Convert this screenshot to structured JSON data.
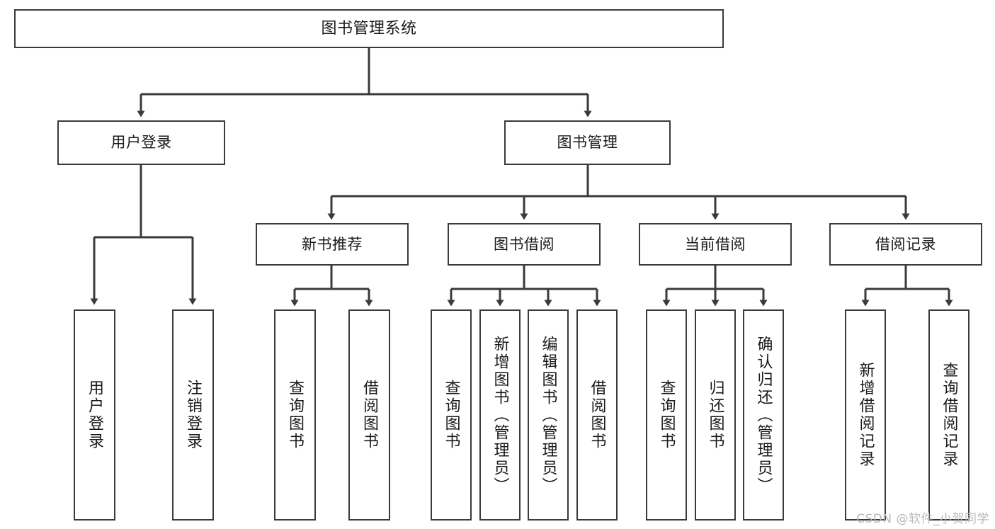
{
  "diagram": {
    "title": "图书管理系统",
    "type": "tree",
    "stroke_color": "#3a3a3a",
    "text_color": "#1a1a1a",
    "background_color": "#ffffff",
    "watermark": "CSDN @软件_小贺同学",
    "watermark_color": "#b9b9b9"
  },
  "nodes": {
    "root": {
      "label": "图书管理系统"
    },
    "level2": [
      {
        "id": "user-login",
        "label": "用户登录"
      },
      {
        "id": "book-manage",
        "label": "图书管理"
      }
    ],
    "level3": [
      {
        "id": "new-book-recommend",
        "label": "新书推荐"
      },
      {
        "id": "book-borrow",
        "label": "图书借阅"
      },
      {
        "id": "current-borrow",
        "label": "当前借阅"
      },
      {
        "id": "borrow-record",
        "label": "借阅记录"
      }
    ],
    "leaves": {
      "user-login": [
        {
          "id": "leaf-user-login",
          "label": "用户登录"
        },
        {
          "id": "leaf-logout",
          "label": "注销登录"
        }
      ],
      "new-book-recommend": [
        {
          "id": "leaf-query-book-1",
          "label": "查询图书"
        },
        {
          "id": "leaf-borrow-book-1",
          "label": "借阅图书"
        }
      ],
      "book-borrow": [
        {
          "id": "leaf-query-book-2",
          "label": "查询图书"
        },
        {
          "id": "leaf-add-book",
          "label": "新增图书（管理员）"
        },
        {
          "id": "leaf-edit-book",
          "label": "编辑图书（管理员）"
        },
        {
          "id": "leaf-borrow-book-2",
          "label": "借阅图书"
        }
      ],
      "current-borrow": [
        {
          "id": "leaf-query-book-3",
          "label": "查询图书"
        },
        {
          "id": "leaf-return-book",
          "label": "归还图书"
        },
        {
          "id": "leaf-confirm-return",
          "label": "确认归还（管理员）"
        }
      ],
      "borrow-record": [
        {
          "id": "leaf-add-record",
          "label": "新增借阅记录"
        },
        {
          "id": "leaf-query-record",
          "label": "查询借阅记录"
        }
      ]
    }
  }
}
